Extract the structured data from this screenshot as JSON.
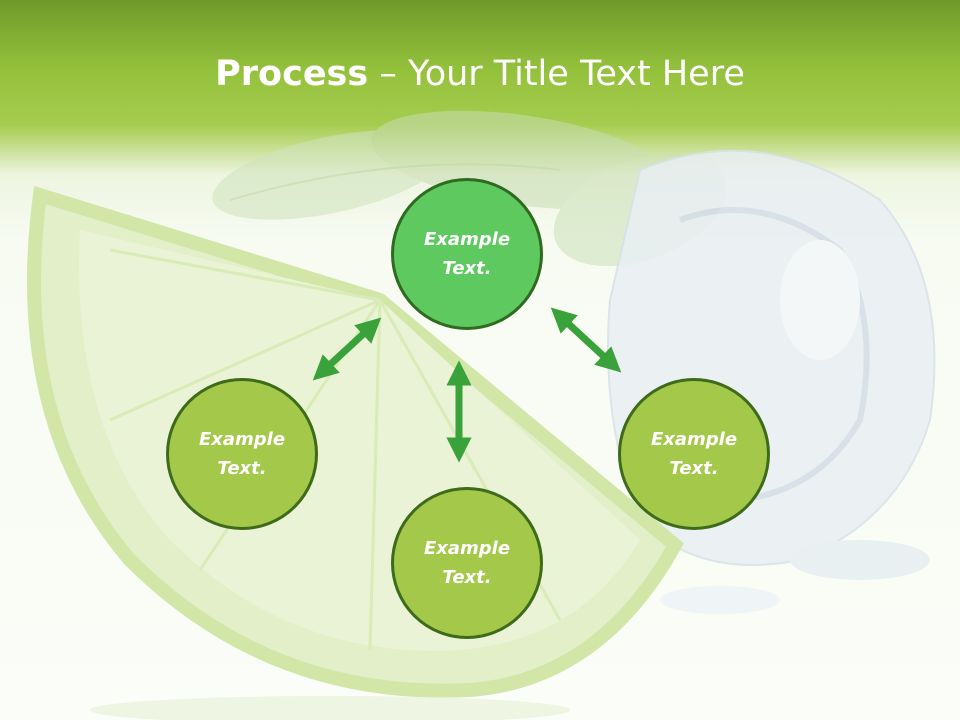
{
  "slide": {
    "title_bold": "Process",
    "title_rest": " – Your Title Text Here",
    "colors": {
      "header": "#94c13c",
      "top_circle": "#5ec95e",
      "side_circles": "#a4c84a",
      "arrows": "#3aa23a"
    }
  },
  "nodes": [
    {
      "id": "top",
      "line1": "Example",
      "line2": "Text."
    },
    {
      "id": "left",
      "line1": "Example",
      "line2": "Text."
    },
    {
      "id": "bottom",
      "line1": "Example",
      "line2": "Text."
    },
    {
      "id": "right",
      "line1": "Example",
      "line2": "Text."
    }
  ],
  "decor": [
    "lime-slice",
    "mint-leaves",
    "ice-cube"
  ]
}
